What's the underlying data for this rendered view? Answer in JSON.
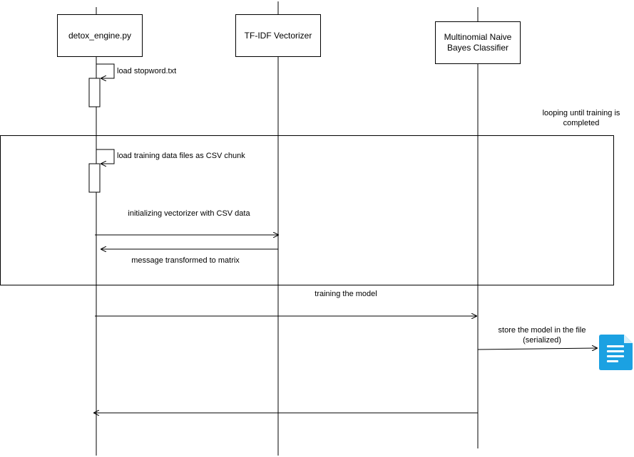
{
  "participants": [
    {
      "id": "detox",
      "label": "detox_engine.py"
    },
    {
      "id": "tfidf",
      "label": "TF-IDF Vectorizer"
    },
    {
      "id": "mnb",
      "label": "Multinomial Naive Bayes Classifier"
    }
  ],
  "messages": {
    "load_stopword": "load stopword.txt",
    "load_training": "load training data files as CSV chunk",
    "init_vectorizer": "initializing vectorizer with CSV data",
    "transformed": "message transformed to matrix",
    "training": "training the model",
    "store_model": "store the model in the file (serialized)"
  },
  "loop_label": "looping until training is completed",
  "colors": {
    "line": "#000000",
    "file_icon": "#1ba1e2"
  },
  "icons": {
    "file": "file-document-icon"
  }
}
